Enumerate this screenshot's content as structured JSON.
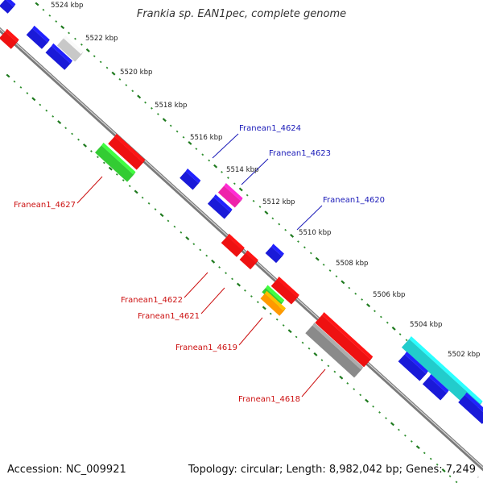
{
  "title": "Frankia sp. EAN1pec, complete genome",
  "accession": "Accession: NC_009921",
  "summary": "Topology: circular; Length: 8,982,042 bp; Genes: 7,249",
  "corner_mark": "²",
  "colors": {
    "backbone": "#7a7a7a",
    "backbone_highlight": "#ffffff",
    "tick": "#2f8f2f",
    "tick_major": "#1e7a1e",
    "forward_gene": "#ee1111",
    "reverse_gene": "#1a1ad8",
    "gray_gene": "#8a8a8a",
    "light_gray_gene": "#c8c8c8",
    "green_gene": "#33cc33",
    "magenta_gene": "#ee22aa",
    "orange_gene": "#ff9900",
    "cyan_gene": "#22cccc",
    "red_label": "#cc1111",
    "blue_label": "#1a1ab8",
    "scale_label": "#222222"
  },
  "scale_labels": [
    "5524 kbp",
    "5522 kbp",
    "5520 kbp",
    "5518 kbp",
    "5516 kbp",
    "5514 kbp",
    "5512 kbp",
    "5510 kbp",
    "5508 kbp",
    "5506 kbp",
    "5504 kbp",
    "5502 kbp"
  ],
  "gene_labels": [
    {
      "text": "Franean1_4624",
      "strand": "reverse"
    },
    {
      "text": "Franean1_4623",
      "strand": "reverse"
    },
    {
      "text": "Franean1_4620",
      "strand": "reverse"
    },
    {
      "text": "Franean1_4627",
      "strand": "forward"
    },
    {
      "text": "Franean1_4622",
      "strand": "forward"
    },
    {
      "text": "Franean1_4621",
      "strand": "forward"
    },
    {
      "text": "Franean1_4619",
      "strand": "forward"
    },
    {
      "text": "Franean1_4618",
      "strand": "forward"
    }
  ]
}
